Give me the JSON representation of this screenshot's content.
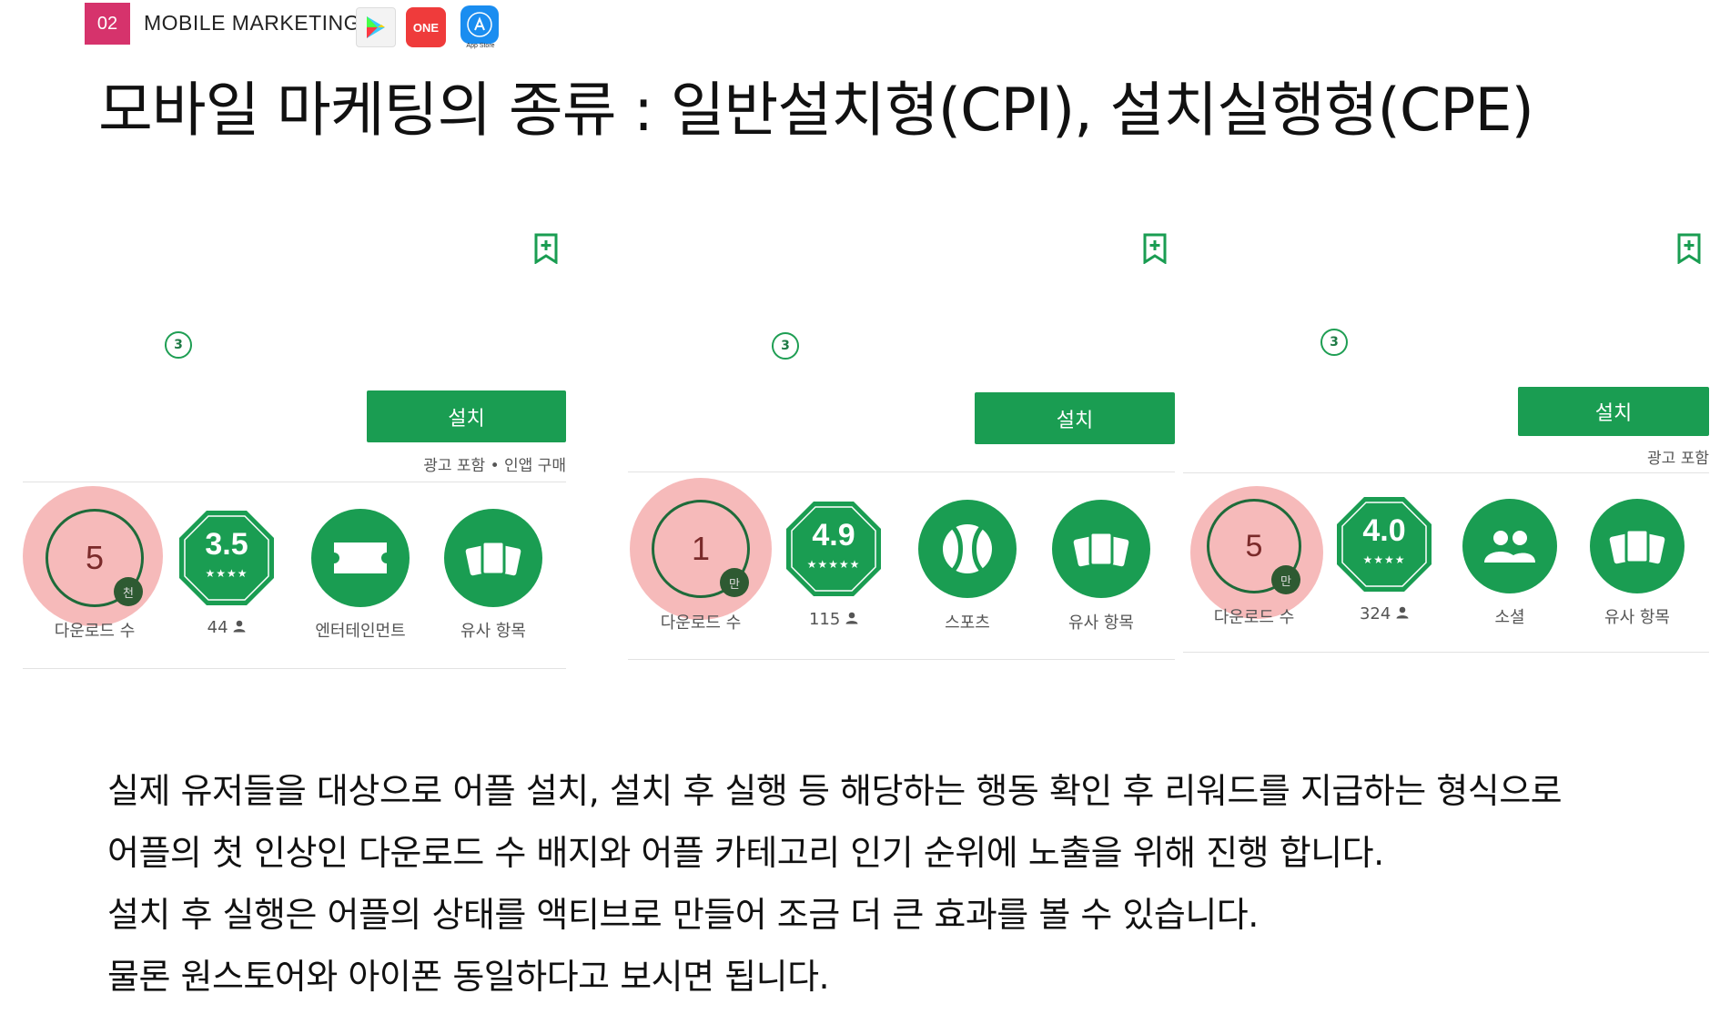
{
  "header": {
    "section_number": "02",
    "section_label": "MOBILE MARKETING",
    "store_icons": [
      "google-play-icon",
      "onestore-icon",
      "app-store-icon"
    ],
    "one_store_text": "ONE",
    "app_store_caption": "App Store"
  },
  "title": "모바일 마케팅의 종류 : 일반설치형(CPI), 설치실행형(CPE)",
  "colors": {
    "accent_green": "#1a9d52",
    "badge_pink": "#d6336c",
    "highlight": "#f08c8c"
  },
  "panels": [
    {
      "rank": "3",
      "install_label": "설치",
      "note": "광고 포함 • 인앱 구매",
      "downloads": {
        "value": "5",
        "unit": "천",
        "label": "다운로드 수"
      },
      "rating": {
        "value": "3.5",
        "stars": "★★★★",
        "count": "44",
        "count_icon": "person-icon"
      },
      "category": {
        "label": "엔터테인먼트",
        "icon": "ticket-icon"
      },
      "similar": {
        "label": "유사 항목",
        "icon": "cards-icon"
      }
    },
    {
      "rank": "3",
      "install_label": "설치",
      "note": "",
      "downloads": {
        "value": "1",
        "unit": "만",
        "label": "다운로드 수"
      },
      "rating": {
        "value": "4.9",
        "stars": "★★★★★",
        "count": "115",
        "count_icon": "person-icon"
      },
      "category": {
        "label": "스포츠",
        "icon": "tennis-ball-icon"
      },
      "similar": {
        "label": "유사 항목",
        "icon": "cards-icon"
      }
    },
    {
      "rank": "3",
      "install_label": "설치",
      "note": "광고 포함",
      "downloads": {
        "value": "5",
        "unit": "만",
        "label": "다운로드 수"
      },
      "rating": {
        "value": "4.0",
        "stars": "★★★★",
        "count": "324",
        "count_icon": "person-icon"
      },
      "category": {
        "label": "소셜",
        "icon": "people-icon"
      },
      "similar": {
        "label": "유사 항목",
        "icon": "cards-icon"
      }
    }
  ],
  "body": [
    "실제 유저들을 대상으로 어플 설치, 설치 후 실행 등 해당하는 행동 확인 후 리워드를 지급하는 형식으로",
    "어플의 첫 인상인 다운로드 수 배지와 어플 카테고리 인기 순위에 노출을 위해 진행 합니다.",
    "설치 후 실행은  어플의 상태를 액티브로 만들어 조금 더 큰 효과를 볼 수 있습니다.",
    "물론 원스토어와 아이폰 동일하다고 보시면 됩니다."
  ]
}
